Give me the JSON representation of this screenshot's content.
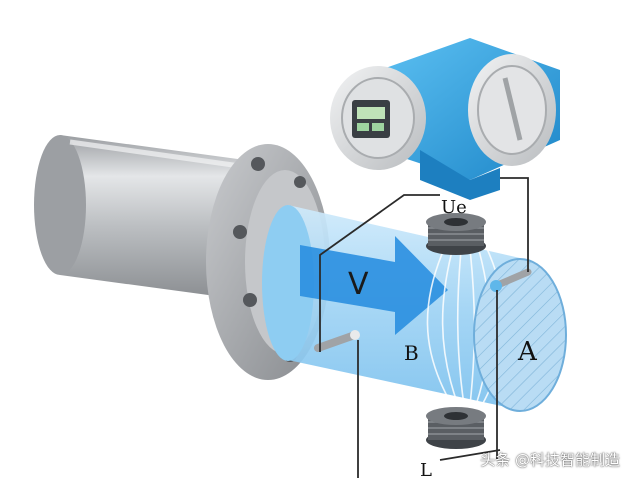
{
  "labels": {
    "voltage": "Ue",
    "velocity": "V",
    "field": "B",
    "area": "A",
    "length": "L"
  },
  "watermark": "头条 @科技智能制造",
  "colors": {
    "housing_blue": "#2ea3e0",
    "housing_grey": "#d9dbdd",
    "pipe_body": "#a8d8f6",
    "flow_arrow": "#2a8fe0",
    "flange": "#a6a8ab",
    "tube_grey": "#bfc1c4",
    "coil": "#4d5156",
    "wire": "#2b2b2b"
  }
}
